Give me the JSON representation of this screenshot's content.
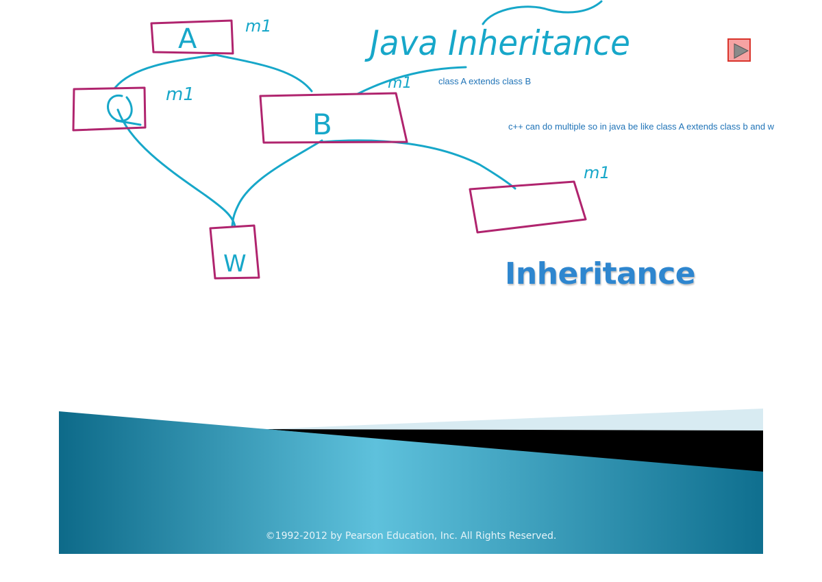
{
  "slide": {
    "title": "Inheritance",
    "copyright": "©1992-2012 by Pearson Education, Inc. All Rights Reserved."
  },
  "notes": {
    "line1": "class A extends class B",
    "line2": "c++ can do multiple so in java be like class A extends class b and w"
  },
  "handwriting": {
    "heading": "Java Inheritance",
    "box_labels": {
      "a": "A",
      "q": "Q",
      "b": "B",
      "w": "W",
      "empty": ""
    },
    "m1_marks": [
      "m1",
      "m1",
      "m1",
      "m1"
    ]
  },
  "navigation": {
    "next_icon": "play-triangle-icon"
  },
  "colors": {
    "box_ink": "#b0246e",
    "link_ink": "#17a7c9",
    "note_text": "#1f73b7",
    "title": "#2e86cf",
    "banner_dark": "#0f6f8f",
    "banner_light": "#5ec1dc",
    "nav_fill": "#f6a3a3",
    "nav_border": "#d9342b"
  }
}
